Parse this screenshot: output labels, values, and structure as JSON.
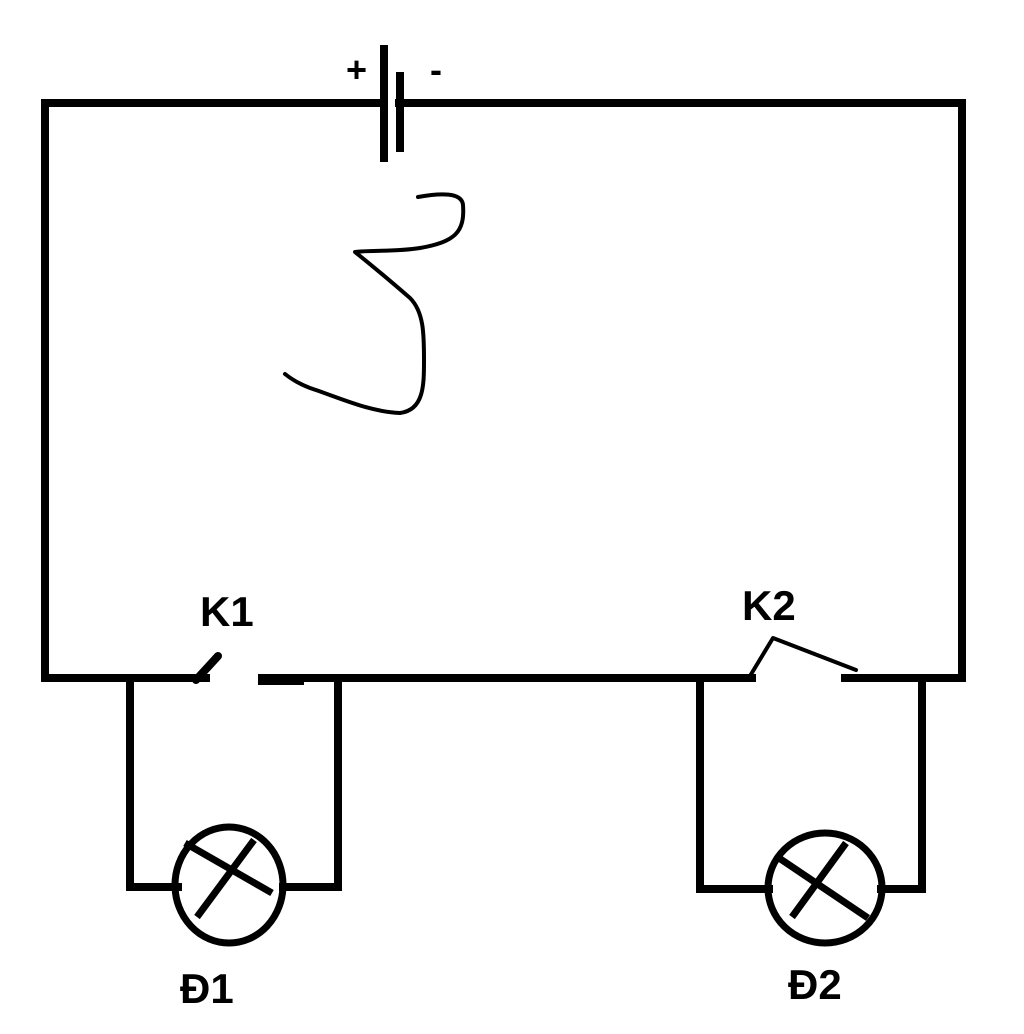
{
  "diagram": {
    "battery": {
      "plus_label": "+",
      "minus_label": "-"
    },
    "switches": [
      {
        "label": "K1",
        "state": "open"
      },
      {
        "label": "K2",
        "state": "open"
      }
    ],
    "lamps": [
      {
        "label": "Đ1"
      },
      {
        "label": "Đ2"
      }
    ],
    "annotation": {
      "style": "handwritten scribble"
    },
    "colors": {
      "line": "#000000",
      "background": "#ffffff"
    }
  }
}
